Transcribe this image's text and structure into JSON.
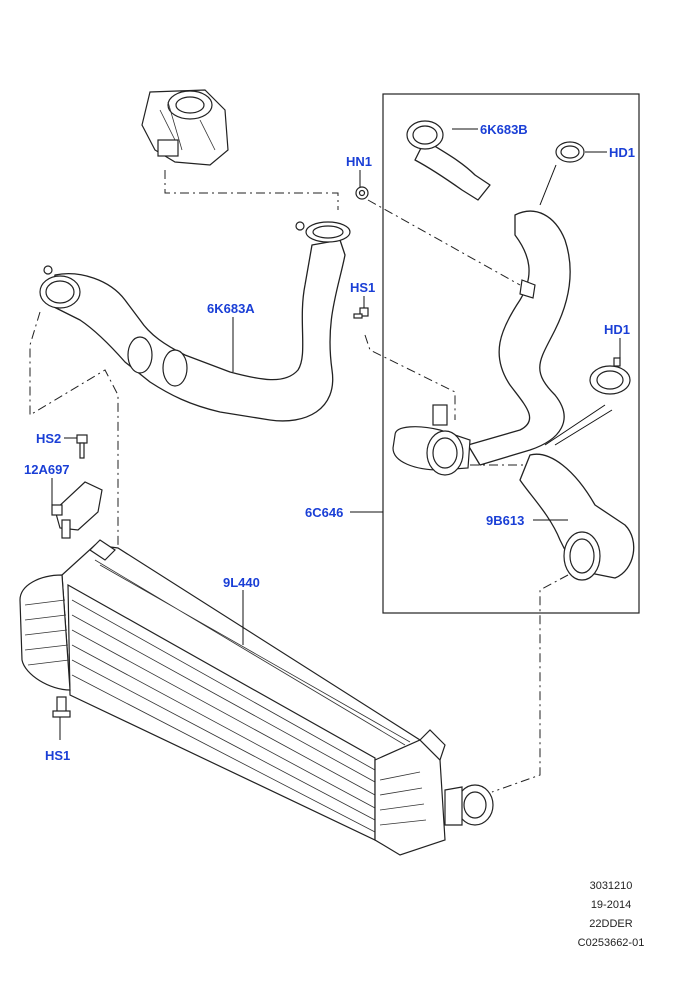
{
  "callouts": {
    "hn1": "HN1",
    "p6k683b": "6K683B",
    "hd1_top": "HD1",
    "hs1_top": "HS1",
    "p6k683a": "6K683A",
    "hd1_mid": "HD1",
    "hs2": "HS2",
    "p12a697": "12A697",
    "p6c646": "6C646",
    "p9b613": "9B613",
    "p9l440": "9L440",
    "hs1_bottom": "HS1"
  },
  "footer": {
    "line1": "3031210",
    "line2": "19-2014",
    "line3": "22DDER",
    "line4": "C0253662-01"
  },
  "colors": {
    "callout": "#1a3fd6",
    "line": "#222222",
    "background": "#ffffff"
  }
}
